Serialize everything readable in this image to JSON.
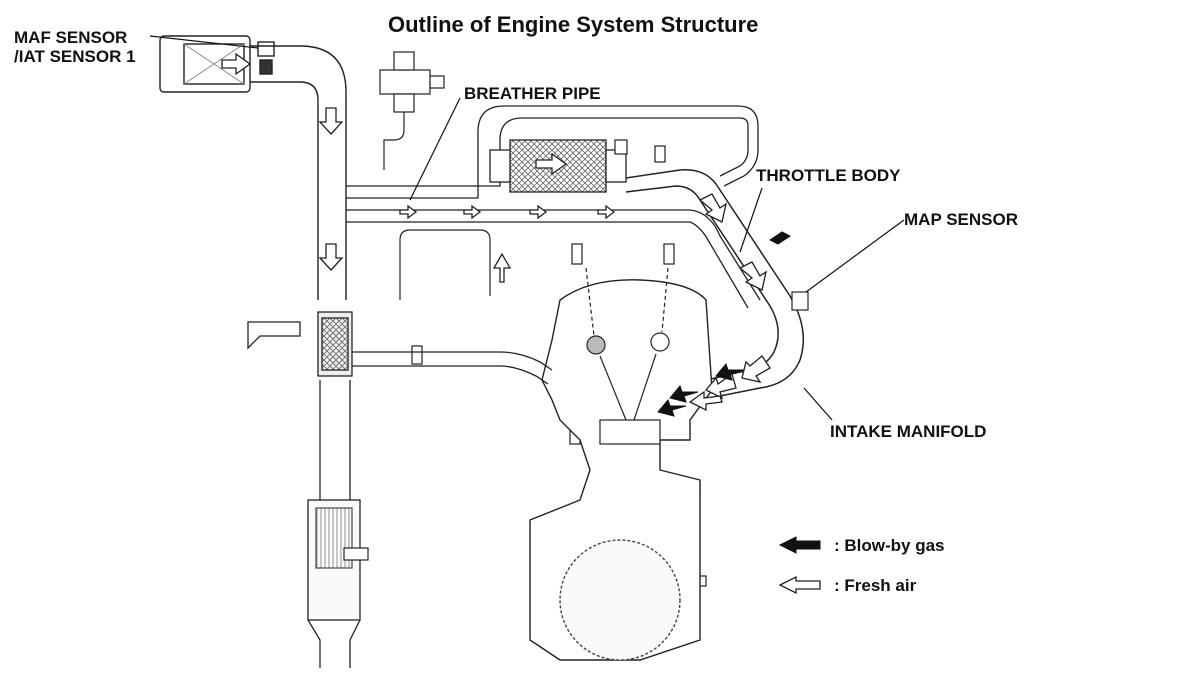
{
  "title": "Outline of Engine System Structure",
  "labels": {
    "maf_line1": "MAF SENSOR",
    "maf_line2": "/IAT SENSOR 1",
    "breather_pipe": "BREATHER PIPE",
    "throttle_body": "THROTTLE BODY",
    "map_sensor": "MAP SENSOR",
    "intake_manifold": "INTAKE MANIFOLD"
  },
  "legend": {
    "blowby": ": Blow-by gas",
    "fresh_air": ": Fresh air"
  },
  "colors": {
    "line": "#222222",
    "light_line": "#9a9a9a",
    "fill_light": "#f2f2f2",
    "blowby_arrow": "#111111",
    "fresh_arrow": "#ffffff"
  }
}
